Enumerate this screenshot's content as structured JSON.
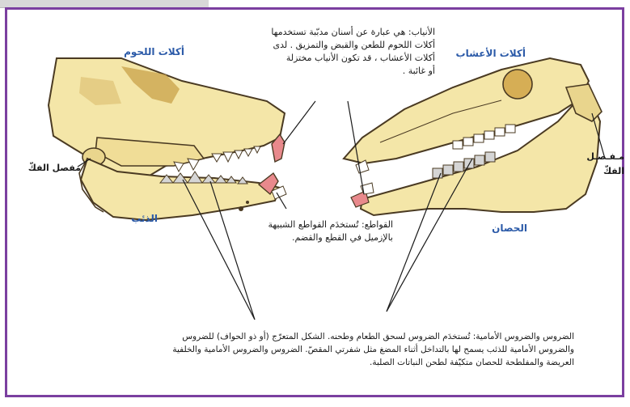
{
  "labels": {
    "carnivores": "أكلات اللحوم",
    "herbivores": "أكلات الأعشاب",
    "wolf": "الذئب",
    "horse": "الحصان",
    "jaw_joint_left": "مفصل الفكّ",
    "jaw_joint_right_1": "مـفـصـل",
    "jaw_joint_right_2": "الفكّ"
  },
  "canines_note": [
    "الأنياب: هي عبارة عن أسنان مدبّبة تستخدمها",
    "أكلات اللحوم للطعن والقبض والتمزيق . لدى",
    "أكلات الأعشاب ، قد تكون الأنياب مختزلة",
    "أو غائبة ."
  ],
  "incisors_note": [
    "القواطع: تُستخدَم القواطع الشبيهة",
    "بالإزميل في القطع والقضم."
  ],
  "molars_note": [
    "الضروس والضروس الأمامية: تُستخدَم الضروس لسحق الطعام وطحنه. الشكل المتعرّج (أو ذو الحواف) للضروس",
    "والضروس الأمامية للذئب يسمح لها بالتداخل أثناء المضغ مثل شفرتي المقصّ. الضروس والضروس الأمامية والخلفية",
    "العريضة والمفلطحة للحصان متكيّفة لطحن النباتات الصلبة."
  ],
  "colors": {
    "bone": "#f4e6a8",
    "bone_shade": "#e3cf83",
    "outline": "#4a3a22",
    "label_blue": "#2b5aa8",
    "frame_purple": "#7b3fa0",
    "tooth_pink": "#e8898c"
  }
}
